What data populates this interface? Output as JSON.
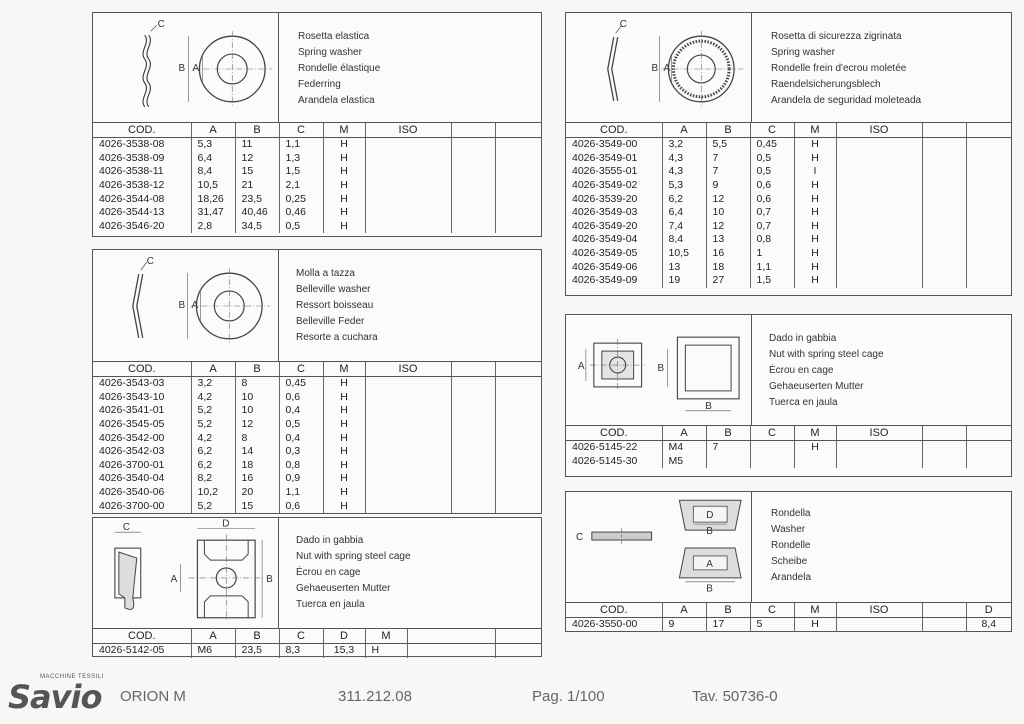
{
  "panels": [
    {
      "id": "spring-washer",
      "labels": [
        "C",
        "B",
        "A"
      ],
      "desc": [
        "Rosetta elastica",
        "Spring washer",
        "Rondelle élastique",
        "Federring",
        "Arandela elastica"
      ],
      "headers": [
        "COD.",
        "A",
        "B",
        "C",
        "M",
        "ISO",
        "",
        ""
      ],
      "rows": [
        [
          "4026-3538-08",
          "5,3",
          "11",
          "1,1",
          "H",
          "",
          "",
          ""
        ],
        [
          "4026-3538-09",
          "6,4",
          "12",
          "1,3",
          "H",
          "",
          "",
          ""
        ],
        [
          "4026-3538-11",
          "8,4",
          "15",
          "1,5",
          "H",
          "",
          "",
          ""
        ],
        [
          "4026-3538-12",
          "10,5",
          "21",
          "2,1",
          "H",
          "",
          "",
          ""
        ],
        [
          "4026-3544-08",
          "18,26",
          "23,5",
          "0,25",
          "H",
          "",
          "",
          ""
        ],
        [
          "4026-3544-13",
          "31,47",
          "40,46",
          "0,46",
          "H",
          "",
          "",
          ""
        ],
        [
          "4026-3546-20",
          "2,8",
          "34,5",
          "0,5",
          "H",
          "",
          "",
          ""
        ]
      ]
    },
    {
      "id": "belleville-washer",
      "labels": [
        "C",
        "B",
        "A"
      ],
      "desc": [
        "Molla a tazza",
        "Belleville washer",
        "Ressort boisseau",
        "Belleville Feder",
        "Resorte a cuchara"
      ],
      "headers": [
        "COD.",
        "A",
        "B",
        "C",
        "M",
        "ISO",
        "",
        ""
      ],
      "rows": [
        [
          "4026-3543-03",
          "3,2",
          "8",
          "0,45",
          "H",
          "",
          "",
          ""
        ],
        [
          "4026-3543-10",
          "4,2",
          "10",
          "0,6",
          "H",
          "",
          "",
          ""
        ],
        [
          "4026-3541-01",
          "5,2",
          "10",
          "0,4",
          "H",
          "",
          "",
          ""
        ],
        [
          "4026-3545-05",
          "5,2",
          "12",
          "0,5",
          "H",
          "",
          "",
          ""
        ],
        [
          "4026-3542-00",
          "4,2",
          "8",
          "0,4",
          "H",
          "",
          "",
          ""
        ],
        [
          "4026-3542-03",
          "6,2",
          "14",
          "0,3",
          "H",
          "",
          "",
          ""
        ],
        [
          "4026-3700-01",
          "6,2",
          "18",
          "0,8",
          "H",
          "",
          "",
          ""
        ],
        [
          "4026-3540-04",
          "8,2",
          "16",
          "0,9",
          "H",
          "",
          "",
          ""
        ],
        [
          "4026-3540-06",
          "10,2",
          "20",
          "1,1",
          "H",
          "",
          "",
          ""
        ],
        [
          "4026-3700-00",
          "5,2",
          "15",
          "0,6",
          "H",
          "",
          "",
          ""
        ]
      ]
    },
    {
      "id": "cage-nut-large",
      "labels": [
        "C",
        "D",
        "A",
        "B"
      ],
      "desc": [
        "Dado in gabbia",
        "Nut with spring steel cage",
        "Écrou en cage",
        "Gehaeuserten Mutter",
        "Tuerca en jaula"
      ],
      "headers": [
        "COD.",
        "A",
        "B",
        "C",
        "D",
        "M",
        "",
        ""
      ],
      "rows": [
        [
          "4026-5142-05",
          "M6",
          "23,5",
          "8,3",
          "15,3",
          "H",
          "",
          ""
        ]
      ]
    },
    {
      "id": "serrated-washer",
      "labels": [
        "C",
        "B",
        "A"
      ],
      "desc": [
        "Rosetta di sicurezza zigrinata",
        "Spring washer",
        "Rondelle frein d'ecrou moletée",
        "Raendelsicherungsblech",
        "Arandela de seguridad moleteada"
      ],
      "headers": [
        "COD.",
        "A",
        "B",
        "C",
        "M",
        "ISO",
        "",
        ""
      ],
      "rows": [
        [
          "4026-3549-00",
          "3,2",
          "5,5",
          "0,45",
          "H",
          "",
          "",
          ""
        ],
        [
          "4026-3549-01",
          "4,3",
          "7",
          "0,5",
          "H",
          "",
          "",
          ""
        ],
        [
          "4026-3555-01",
          "4,3",
          "7",
          "0,5",
          "I",
          "",
          "",
          ""
        ],
        [
          "4026-3549-02",
          "5,3",
          "9",
          "0,6",
          "H",
          "",
          "",
          ""
        ],
        [
          "4026-3539-20",
          "6,2",
          "12",
          "0,6",
          "H",
          "",
          "",
          ""
        ],
        [
          "4026-3549-03",
          "6,4",
          "10",
          "0,7",
          "H",
          "",
          "",
          ""
        ],
        [
          "4026-3549-20",
          "7,4",
          "12",
          "0,7",
          "H",
          "",
          "",
          ""
        ],
        [
          "4026-3549-04",
          "8,4",
          "13",
          "0,8",
          "H",
          "",
          "",
          ""
        ],
        [
          "4026-3549-05",
          "10,5",
          "16",
          "1",
          "H",
          "",
          "",
          ""
        ],
        [
          "4026-3549-06",
          "13",
          "18",
          "1,1",
          "H",
          "",
          "",
          ""
        ],
        [
          "4026-3549-09",
          "19",
          "27",
          "1,5",
          "H",
          "",
          "",
          ""
        ]
      ]
    },
    {
      "id": "cage-nut-small",
      "labels": [
        "A",
        "B",
        "B"
      ],
      "desc": [
        "Dado in gabbia",
        "Nut with spring steel cage",
        "Écrou en cage",
        "Gehaeuserten Mutter",
        "Tuerca en jaula"
      ],
      "headers": [
        "COD.",
        "A",
        "B",
        "C",
        "M",
        "ISO",
        "",
        ""
      ],
      "rows": [
        [
          "4026-5145-22",
          "M4",
          "7",
          "",
          "H",
          "",
          "",
          ""
        ],
        [
          "4026-5145-30",
          "M5",
          "",
          "",
          "",
          "",
          "",
          ""
        ]
      ]
    },
    {
      "id": "washer",
      "labels": [
        "C",
        "D",
        "B",
        "A",
        "B"
      ],
      "desc": [
        "Rondella",
        "Washer",
        "Rondelle",
        "Scheibe",
        "Arandela"
      ],
      "headers": [
        "COD.",
        "A",
        "B",
        "C",
        "M",
        "ISO",
        "",
        "D"
      ],
      "rows": [
        [
          "4026-3550-00",
          "9",
          "17",
          "5",
          "H",
          "",
          "",
          "8,4"
        ]
      ]
    }
  ],
  "footer": {
    "logo": "Savio",
    "logo_sub": "MACCHINE TESSILI",
    "model": "ORION M",
    "code": "311.212.08",
    "page": "Pag. 1/100",
    "table": "Tav. 50736-0"
  }
}
